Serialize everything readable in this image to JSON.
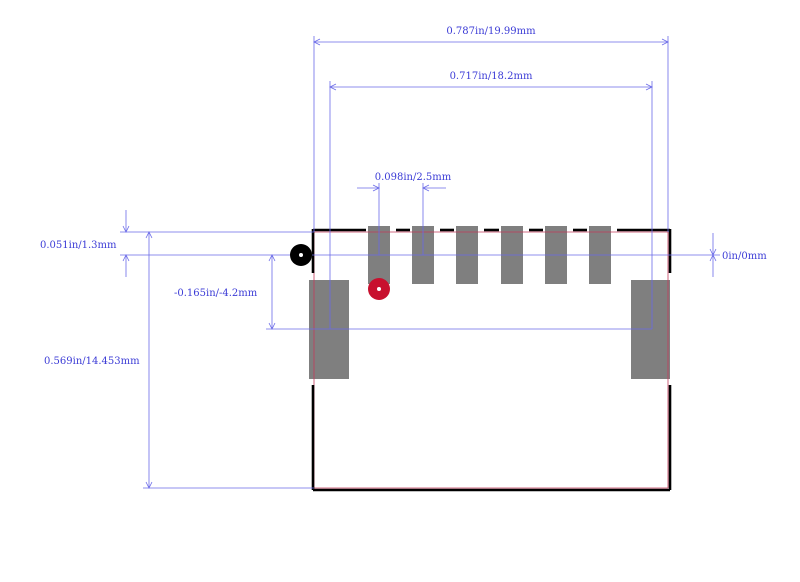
{
  "drawing": {
    "type": "pcb-footprint-dimension-drawing",
    "colors": {
      "dimension": "#6a6ae8",
      "dimension_text": "#3b3bd6",
      "outline": "#000000",
      "courtyard": "#c23a5a",
      "pad": "#7f7f7f",
      "pin1_marker": "#c8102e",
      "origin_marker": "#000000"
    },
    "dimensions": {
      "overall_width": "0.787in/19.99mm",
      "outer_pad_span": "0.717in/18.2mm",
      "pin_pitch": "0.098in/2.5mm",
      "pin_row_offset": "0.051in/1.3mm",
      "side_pad_offset": "-0.165in/-4.2mm",
      "overall_height": "0.569in/14.453mm",
      "origin": "0in/0mm"
    },
    "pad_count": {
      "signal_pads": 6,
      "mounting_pads": 2
    },
    "markers": [
      "origin-marker",
      "pin1-marker"
    ]
  }
}
